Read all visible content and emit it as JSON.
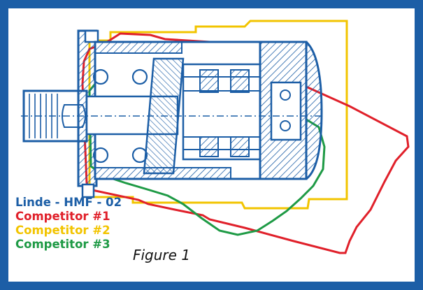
{
  "figure": {
    "caption": "Figure 1",
    "frame_color": "#1c5ea6"
  },
  "legend": {
    "items": [
      {
        "label": "Linde - HMF - 02",
        "color": "#1c5ea6"
      },
      {
        "label": "Competitor #1",
        "color": "#e0202a"
      },
      {
        "label": "Competitor #2",
        "color": "#f2c400"
      },
      {
        "label": "Competitor #3",
        "color": "#1e9a45"
      }
    ]
  }
}
